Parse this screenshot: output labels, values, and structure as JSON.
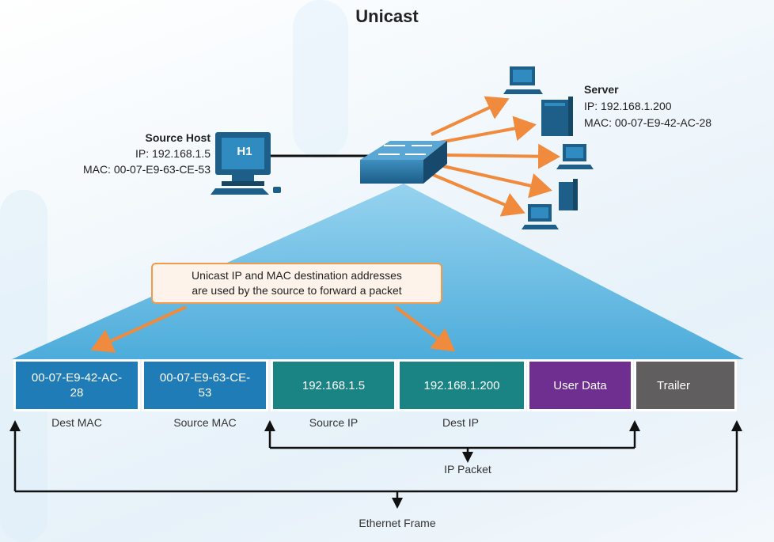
{
  "title": "Unicast",
  "source_host": {
    "label": "Source Host",
    "ip": "IP: 192.168.1.5",
    "mac": "MAC: 00-07-E9-63-CE-53",
    "badge": "H1"
  },
  "server": {
    "label": "Server",
    "ip": "IP: 192.168.1.200",
    "mac": "MAC: 00-07-E9-42-AC-28"
  },
  "callout": {
    "line1": "Unicast IP and MAC destination addresses",
    "line2": "are used by the source to forward a packet"
  },
  "frame": {
    "fields": [
      {
        "value_line1": "00-07-E9-42-AC-",
        "value_line2": "28",
        "label": "Dest MAC"
      },
      {
        "value_line1": "00-07-E9-63-CE-",
        "value_line2": "53",
        "label": "Source MAC"
      },
      {
        "value": "192.168.1.5",
        "label": "Source IP"
      },
      {
        "value": "192.168.1.200",
        "label": "Dest IP"
      },
      {
        "value": "User Data"
      },
      {
        "value": "Trailer"
      }
    ],
    "ip_packet_label": "IP Packet",
    "ethernet_frame_label": "Ethernet Frame"
  },
  "colors": {
    "mac_field": "#1f7cb6",
    "ip_field": "#1a8484",
    "user_data": "#6e2f91",
    "trailer": "#605e5e",
    "arrow": "#f08a3c",
    "triangle": "#5cb8e0"
  }
}
